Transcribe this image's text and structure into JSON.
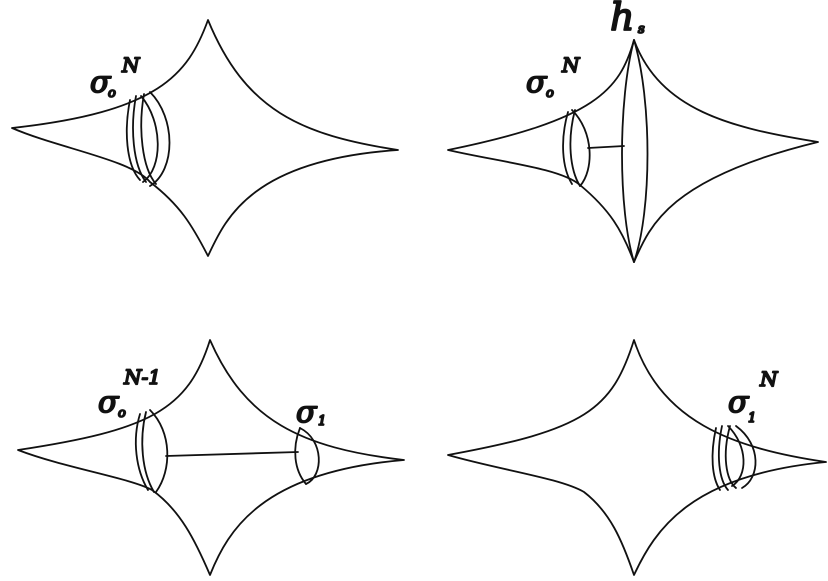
{
  "colors": {
    "stroke": "#111111",
    "background": "#ffffff"
  },
  "panels": [
    {
      "id": "top-left",
      "labels": [
        {
          "id": "sigma",
          "base": "σ",
          "sub": "o",
          "sup": "N"
        }
      ]
    },
    {
      "id": "top-right",
      "labels": [
        {
          "id": "sigma",
          "base": "σ",
          "sub": "o",
          "sup": "N"
        },
        {
          "id": "h",
          "base": "h",
          "sub": "s"
        }
      ]
    },
    {
      "id": "bottom-left",
      "labels": [
        {
          "id": "sigma0",
          "base": "σ",
          "sub": "o",
          "sup": "N-1"
        },
        {
          "id": "sigma1",
          "base": "σ",
          "sub": "1"
        }
      ]
    },
    {
      "id": "bottom-right",
      "labels": [
        {
          "id": "sigma",
          "base": "σ",
          "sub": "1",
          "sup": "N"
        }
      ]
    }
  ]
}
